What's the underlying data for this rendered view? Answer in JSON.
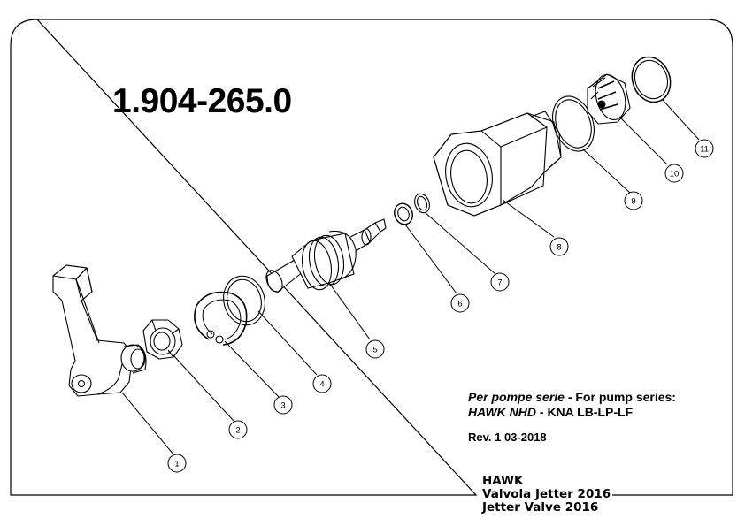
{
  "drawing": {
    "part_number": "1.904-265.0",
    "series_line1_it": "Per pompe serie",
    "series_line1_en": " - For pump series:",
    "series_line2_model": "HAWK NHD",
    "series_line2_rest": " - KNA LB-LP-LF",
    "revision": "Rev. 1 03-2018"
  },
  "title_block": {
    "brand": "HAWK",
    "title_it": "Valvola Jetter 2016",
    "title_en": "Jetter Valve 2016"
  },
  "callouts": [
    "1",
    "2",
    "3",
    "4",
    "5",
    "6",
    "7",
    "8",
    "9",
    "10",
    "11"
  ]
}
